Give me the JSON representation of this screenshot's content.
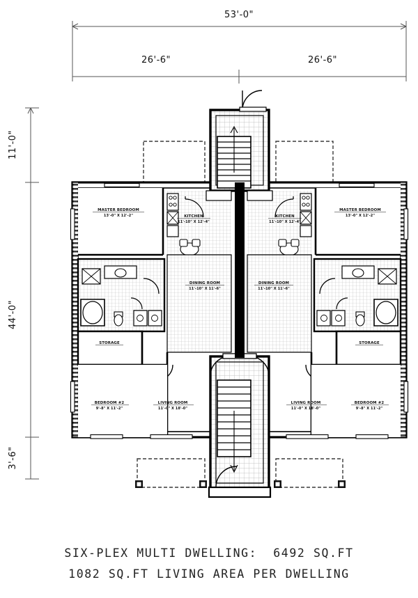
{
  "drawing": {
    "title_lines": [
      "SIX-PLEX MULTI DWELLING:  6492 SQ.FT",
      "1082 SQ.FT LIVING AREA PER DWELLING"
    ],
    "total_area": "6492 SQ.FT",
    "per_dwelling_area": "1082 SQ.FT"
  },
  "dimensions": {
    "overall_width": "53'-0\"",
    "left_half_width": "26'-6\"",
    "right_half_width": "26'-6\"",
    "top_depth": "11'-0\"",
    "main_depth": "44'-0\"",
    "bottom_depth": "3'-6\""
  },
  "rooms": {
    "left": [
      {
        "name": "MASTER BEDROOM",
        "dim": "13'-0\" X 12'-2\""
      },
      {
        "name": "KITCHEN",
        "dim": "11'-10\" X 12'-4\""
      },
      {
        "name": "DINING ROOM",
        "dim": "11'-10\" X 11'-6\""
      },
      {
        "name": "STORAGE",
        "dim": ""
      },
      {
        "name": "BEDROOM #2",
        "dim": "9'-8\" X 11'-2\""
      },
      {
        "name": "LIVING ROOM",
        "dim": "11'-0\" X 18'-0\""
      }
    ],
    "right": [
      {
        "name": "MASTER BEDROOM",
        "dim": "13'-0\" X 12'-2\""
      },
      {
        "name": "KITCHEN",
        "dim": "11'-10\" X 12'-4\""
      },
      {
        "name": "DINING ROOM",
        "dim": "11'-10\" X 11'-6\""
      },
      {
        "name": "STORAGE",
        "dim": ""
      },
      {
        "name": "BEDROOM #2",
        "dim": "9'-8\" X 11'-2\""
      },
      {
        "name": "LIVING ROOM",
        "dim": "11'-0\" X 18'-0\""
      }
    ]
  },
  "colors": {
    "wall": "#000000",
    "dimension_line": "#555555",
    "hatch": "#9a9a9a",
    "paper": "#ffffff",
    "text": "#111111"
  }
}
